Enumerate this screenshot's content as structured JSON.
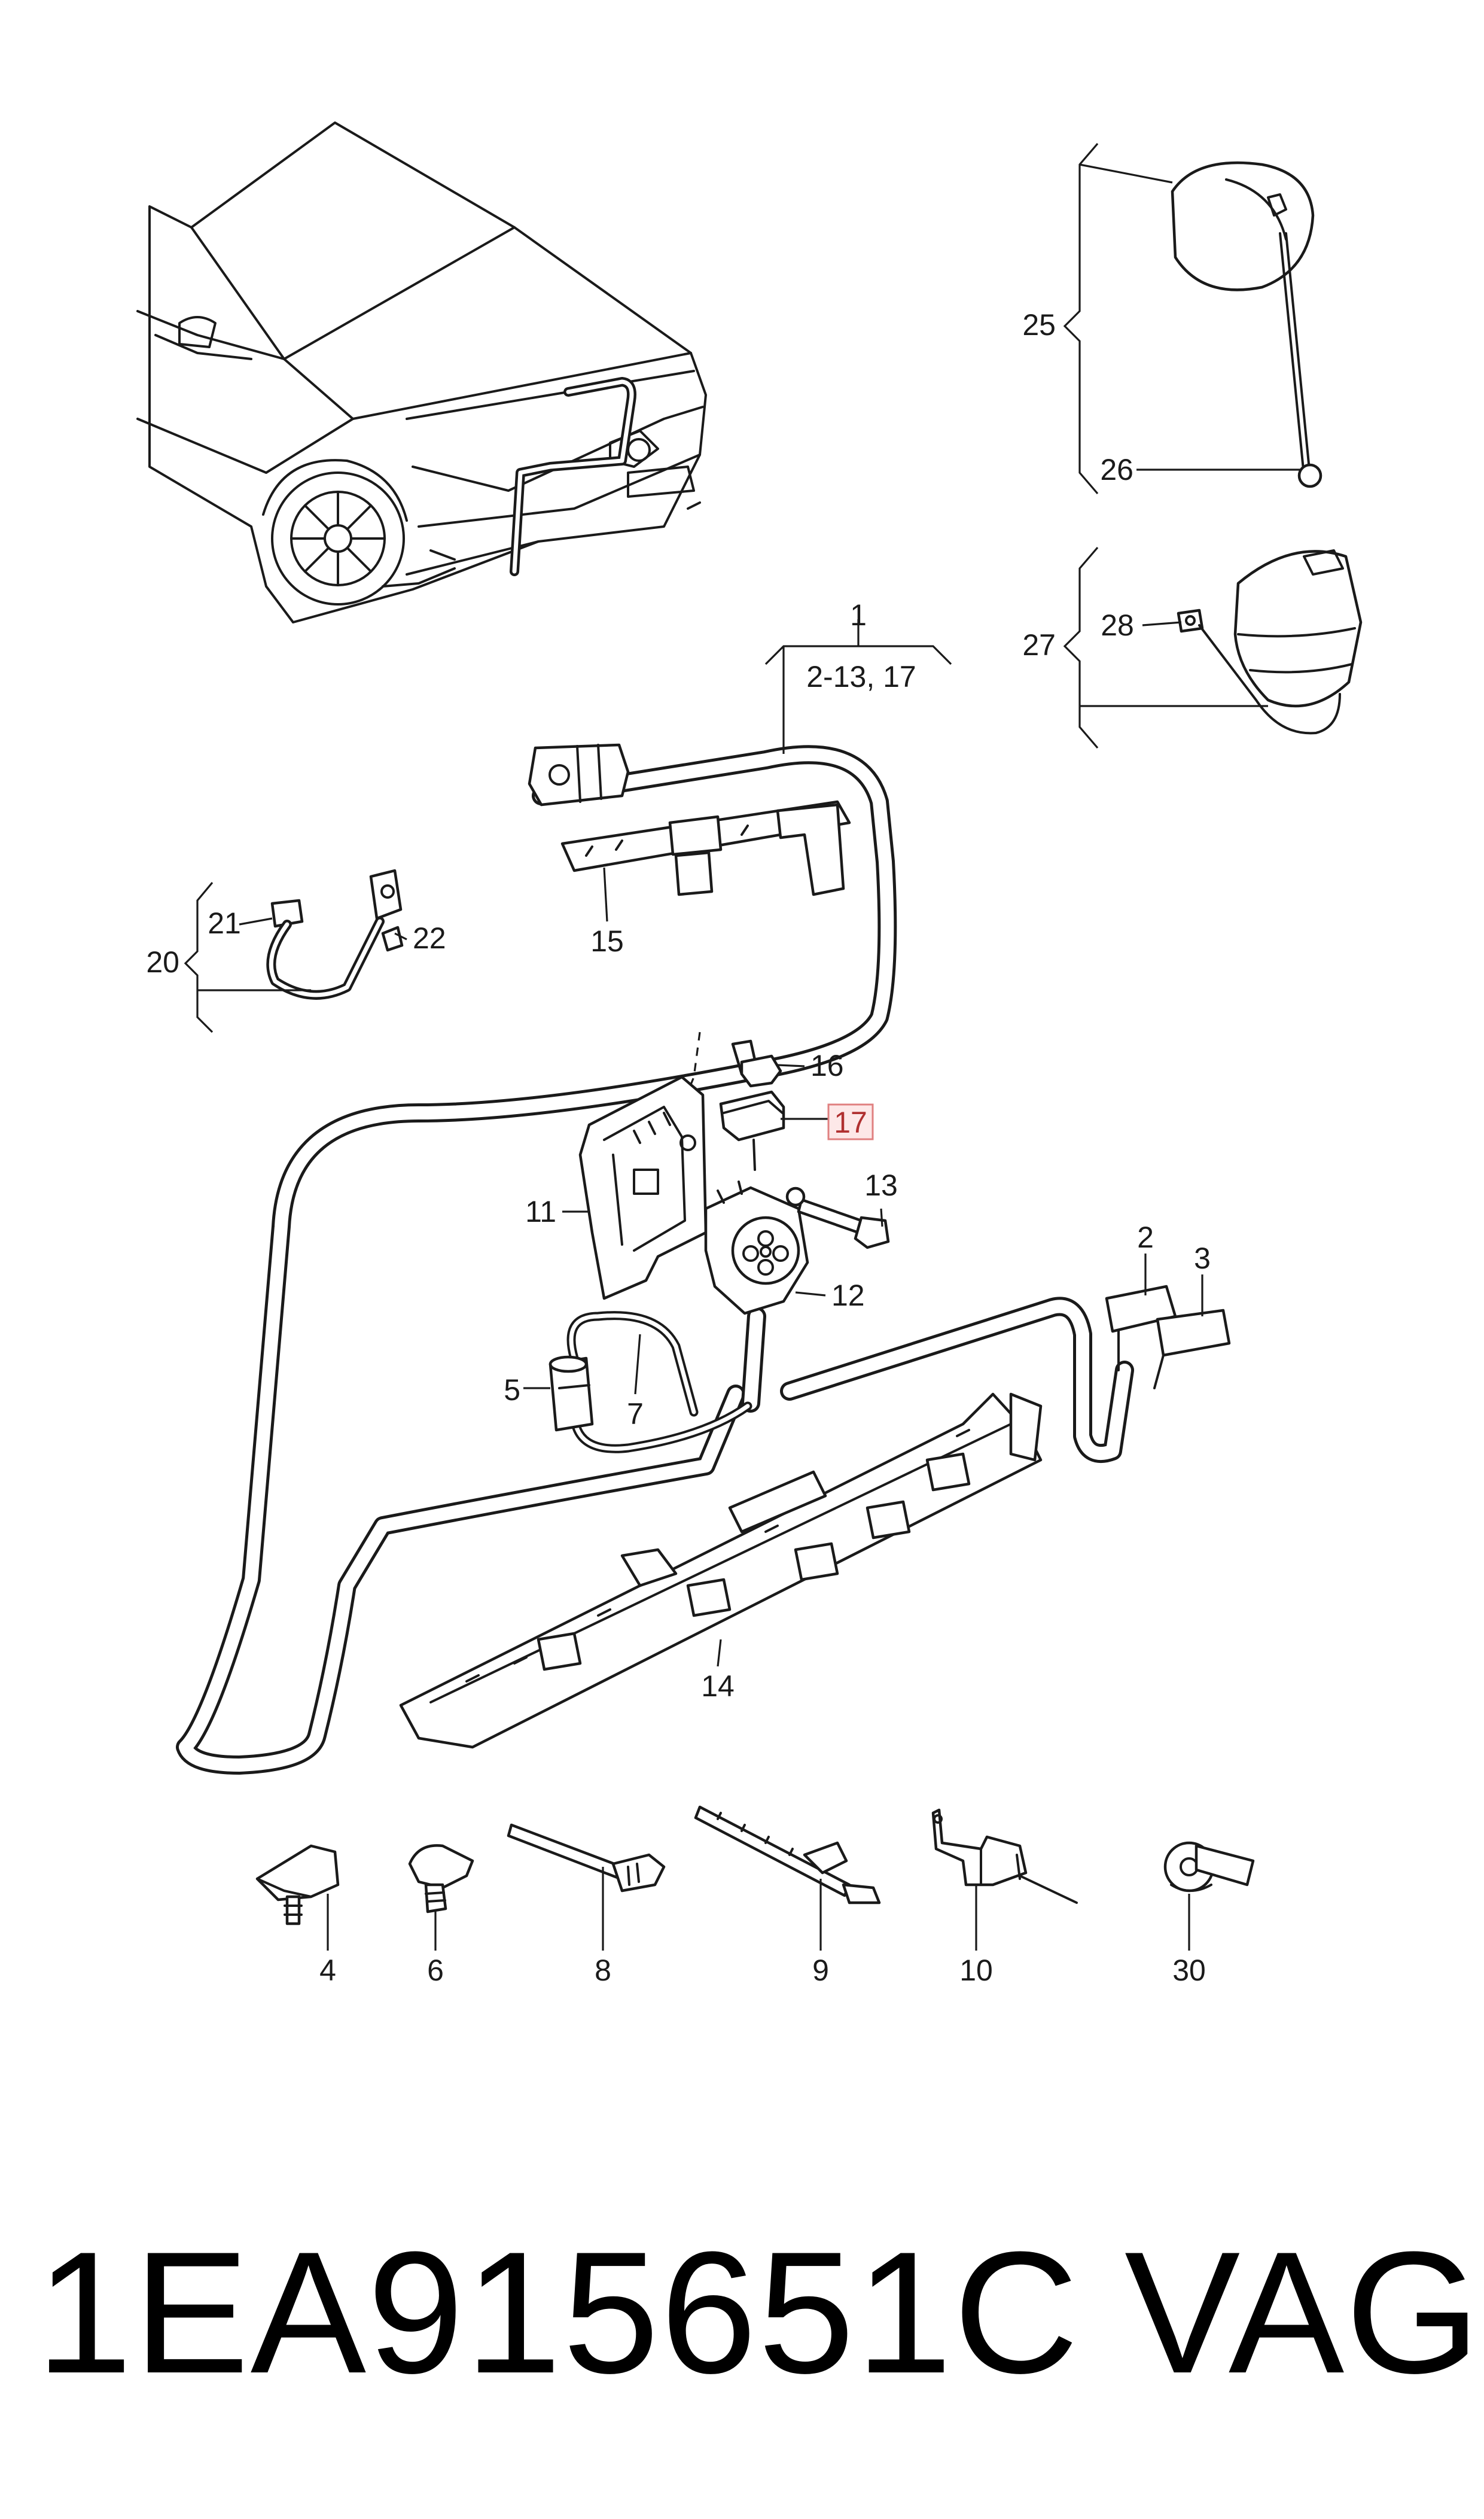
{
  "callouts": {
    "c1": "1",
    "c2_13_17": "2-13, 17",
    "c2": "2",
    "c3": "3",
    "c4": "4",
    "c5": "5",
    "c6": "6",
    "c7": "7",
    "c8": "8",
    "c9": "9",
    "c10": "10",
    "c11": "11",
    "c12": "12",
    "c13": "13",
    "c14": "14",
    "c15": "15",
    "c16": "16",
    "c17": "17",
    "c20": "20",
    "c21": "21",
    "c22": "22",
    "c25": "25",
    "c26": "26",
    "c27": "27",
    "c28": "28",
    "c30": "30"
  },
  "footer": {
    "part_number": "1EA915651C",
    "brand": "VAG"
  },
  "highlight": {
    "callout_fill": "#fde8e8",
    "callout_stroke": "#e08080"
  }
}
